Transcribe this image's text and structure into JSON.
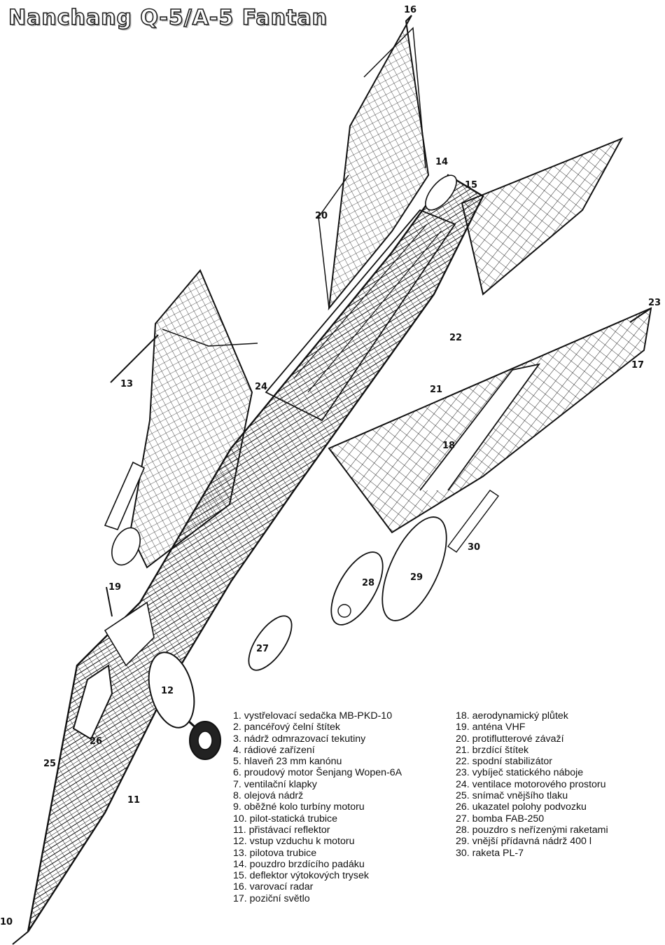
{
  "title": "Nanchang Q-5/A-5 Fantan",
  "callouts": [
    "16",
    "14",
    "15",
    "20",
    "22",
    "23",
    "17",
    "13",
    "24",
    "21",
    "18",
    "30",
    "29",
    "28",
    "19",
    "27",
    "12",
    "26",
    "25",
    "11",
    "10"
  ],
  "legend_left": [
    "1. vystřelovací sedačka MB-PKD-10",
    "2. pancéřový čelní štítek",
    "3. nádrž odmrazovací tekutiny",
    "4. rádiové zařízení",
    "5. hlaveň 23 mm kanónu",
    "6. proudový motor Šenjang Wopen-6A",
    "7. ventilační klapky",
    "8. olejová nádrž",
    "9. oběžné kolo turbíny motoru",
    "10. pilot-statická trubice",
    "11. přistávací reflektor",
    "12. vstup vzduchu k motoru",
    "13. pilotova trubice",
    "14. pouzdro brzdícího padáku",
    "15. deflektor výtokových trysek",
    "16. varovací radar",
    "17. poziční světlo"
  ],
  "legend_right": [
    "18. aerodynamický plůtek",
    "19. anténa VHF",
    "20. protiflutterové závaží",
    "21. brzdící štítek",
    "22. spodní stabilizátor",
    "23. vybíječ statického náboje",
    "24. ventilace motorového prostoru",
    "25. snímač vnějšího tlaku",
    "26. ukazatel polohy podvozku",
    "27. bomba FAB-250",
    "28. pouzdro s neřízenými raketami",
    "29. vnější přídavná nádrž 400 l",
    "30. raketa PL-7"
  ]
}
